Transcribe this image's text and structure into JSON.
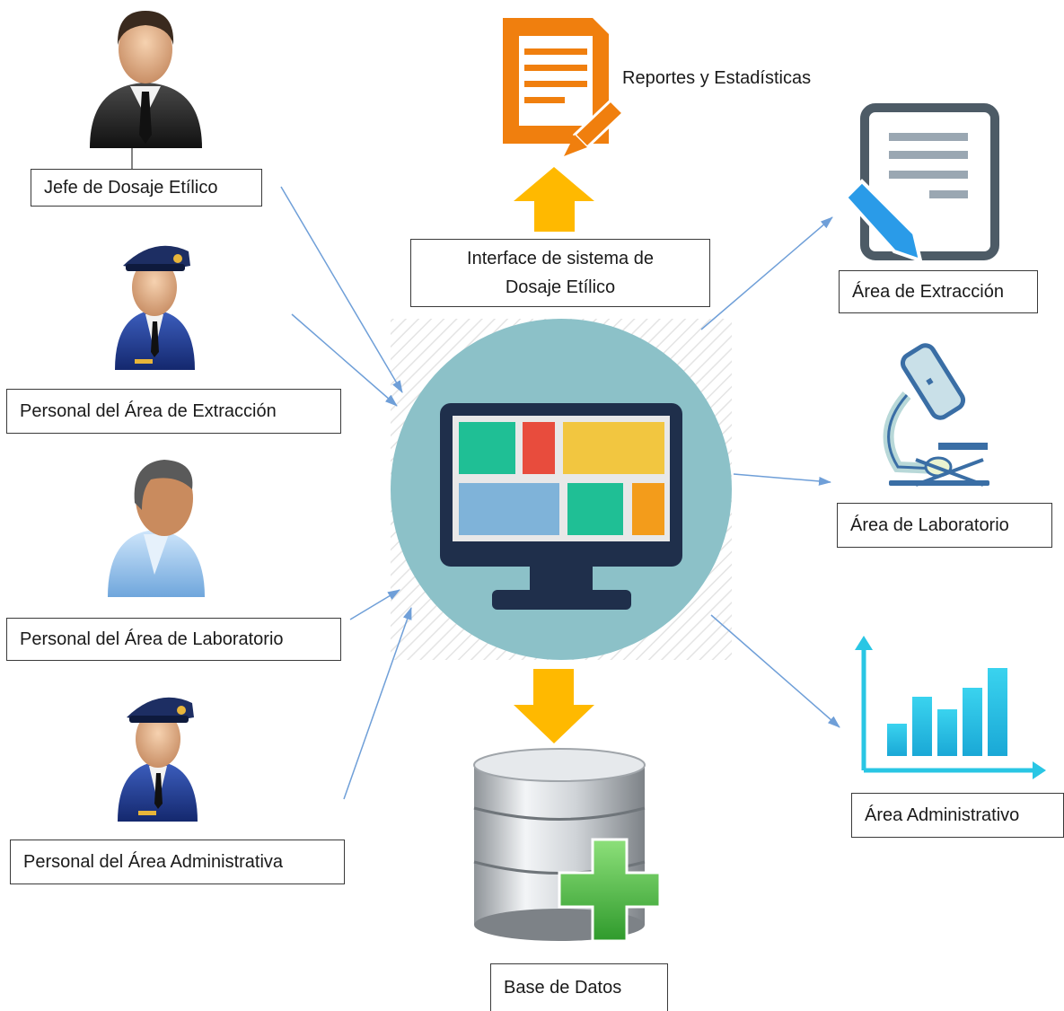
{
  "actors": [
    {
      "label": "Jefe de Dosaje Etílico",
      "icon": "businessman-icon"
    },
    {
      "label": "Personal del Área de Extracción",
      "icon": "police-officer-icon"
    },
    {
      "label": "Personal del Área de Laboratorio",
      "icon": "worker-icon"
    },
    {
      "label": "Personal del Área Administrativa",
      "icon": "police-officer-icon"
    }
  ],
  "interface": {
    "label": "Interface de sistema de Dosaje Etílico",
    "icon": "monitor-icon"
  },
  "reports": {
    "label": "Reportes y Estadísticas",
    "icon": "document-edit-icon"
  },
  "areas": [
    {
      "label": "Área de Extracción",
      "icon": "form-pencil-icon"
    },
    {
      "label": "Área de Laboratorio",
      "icon": "microscope-icon"
    },
    {
      "label": "Área Administrativo",
      "icon": "bar-chart-icon"
    }
  ],
  "database": {
    "label": "Base de Datos",
    "icon": "database-add-icon"
  },
  "colors": {
    "arrow_blue": "#6f9fd8",
    "arrow_yellow": "#ffb900",
    "circle": "#8cc1c8",
    "monitor": "#1f2f4b",
    "orange_doc": "#f07f0e",
    "cyan_chart": "#29c6e4"
  }
}
